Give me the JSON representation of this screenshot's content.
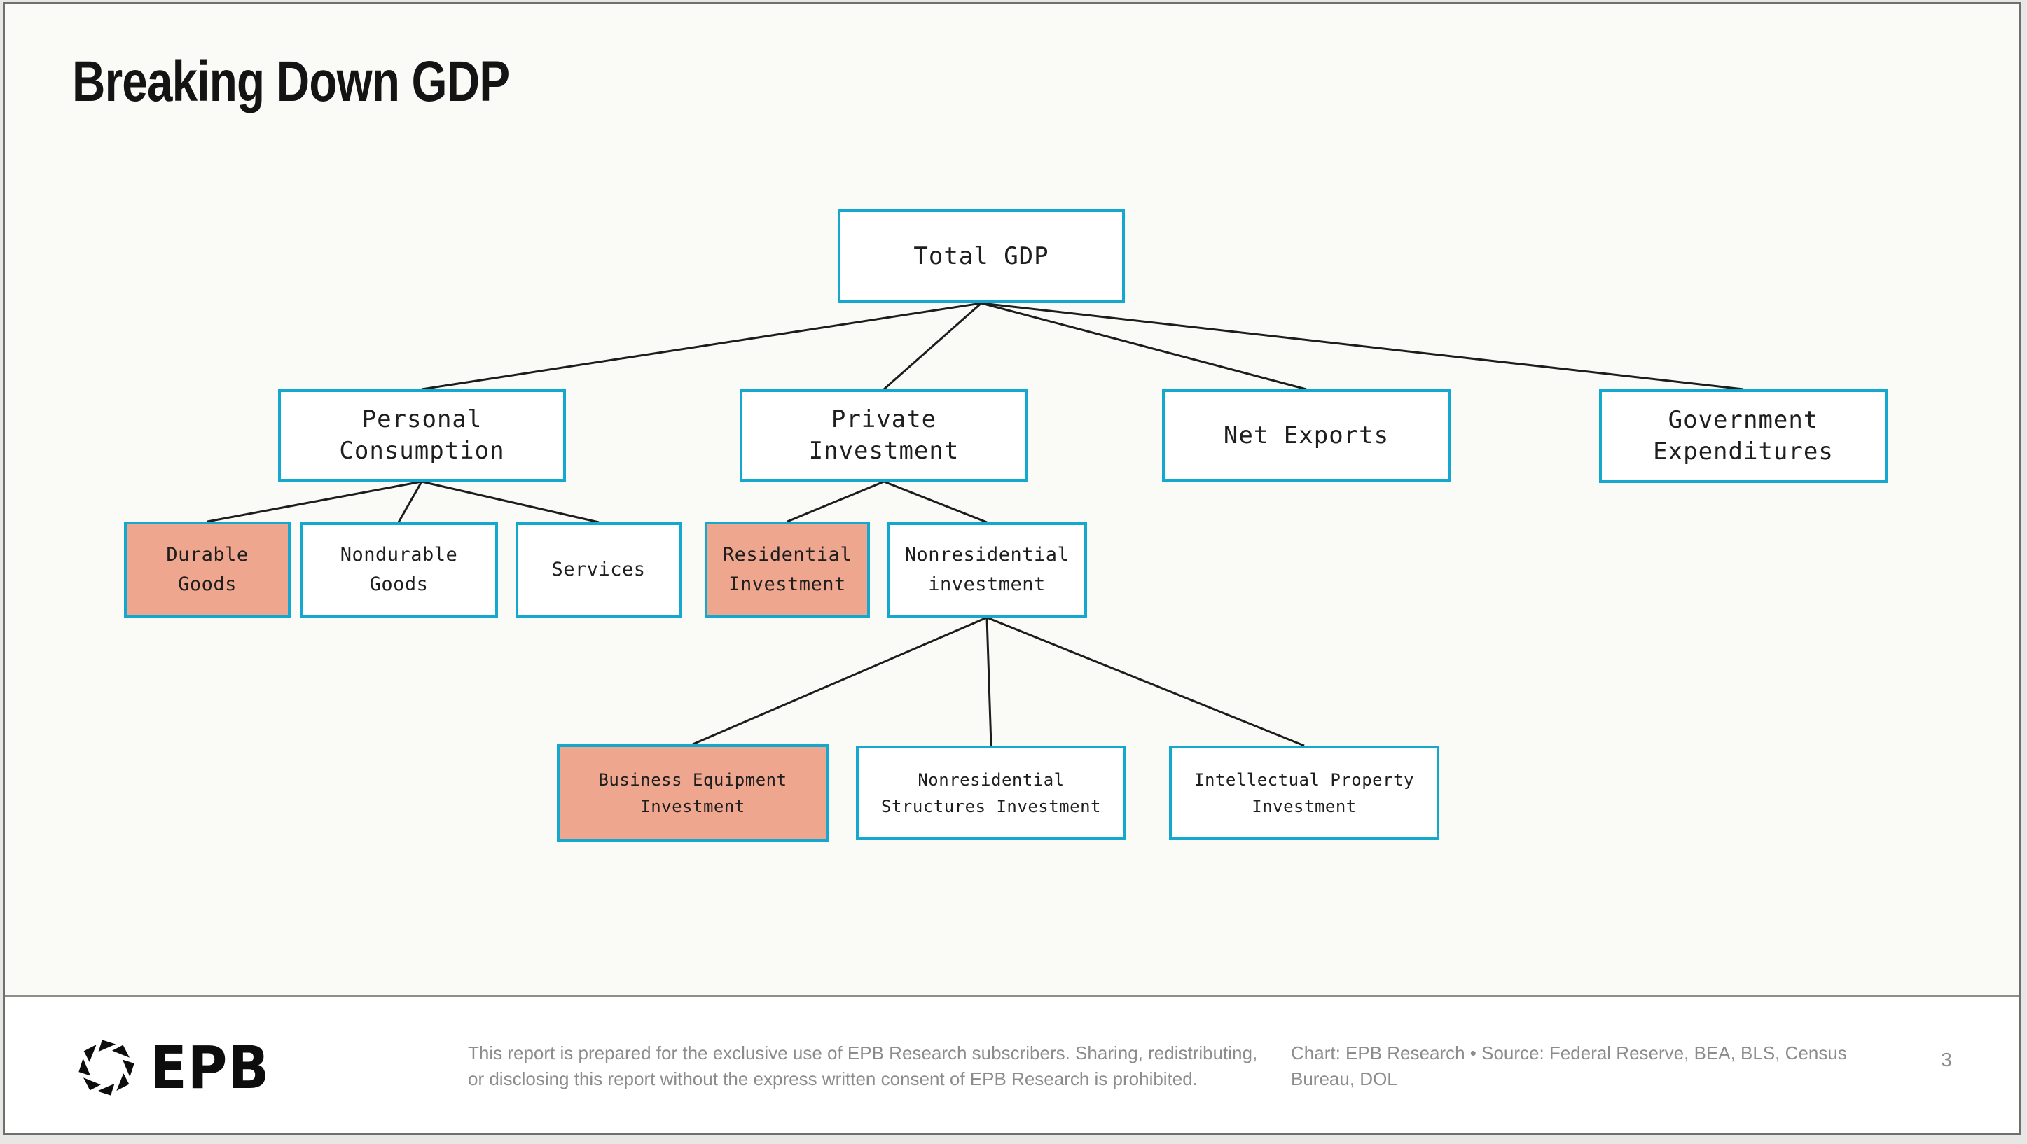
{
  "page": {
    "title": "Breaking Down GDP",
    "page_number": "3"
  },
  "colors": {
    "accent_border": "#14a8ce",
    "highlight_fill": "#efa68f",
    "connector_line": "#1d1d1d",
    "muted_text": "#8c8c8c",
    "slide_background": "#fafaf7",
    "footer_background": "#ffffff"
  },
  "nodes": {
    "total_gdp": {
      "label": "Total GDP",
      "lines": [
        "Total GDP"
      ],
      "highlighted": false
    },
    "personal_consumption": {
      "label": "Personal Consumption",
      "lines": [
        "Personal",
        "Consumption"
      ],
      "highlighted": false
    },
    "private_investment": {
      "label": "Private Investment",
      "lines": [
        "Private",
        "Investment"
      ],
      "highlighted": false
    },
    "net_exports": {
      "label": "Net Exports",
      "lines": [
        "Net Exports"
      ],
      "highlighted": false
    },
    "government_expenditures": {
      "label": "Government Expenditures",
      "lines": [
        "Government",
        "Expenditures"
      ],
      "highlighted": false
    },
    "durable_goods": {
      "label": "Durable Goods",
      "lines": [
        "Durable",
        "Goods"
      ],
      "highlighted": true
    },
    "nondurable_goods": {
      "label": "Nondurable Goods",
      "lines": [
        "Nondurable",
        "Goods"
      ],
      "highlighted": false
    },
    "services": {
      "label": "Services",
      "lines": [
        "Services"
      ],
      "highlighted": false
    },
    "residential_investment": {
      "label": "Residential Investment",
      "lines": [
        "Residential",
        "Investment"
      ],
      "highlighted": true
    },
    "nonresidential_investment": {
      "label": "Nonresidential investment",
      "lines": [
        "Nonresidential",
        "investment"
      ],
      "highlighted": false
    },
    "business_equipment_investment": {
      "label": "Business Equipment Investment",
      "lines": [
        "Business Equipment",
        "Investment"
      ],
      "highlighted": true
    },
    "nonresidential_structures_investment": {
      "label": "Nonresidential Structures Investment",
      "lines": [
        "Nonresidential",
        "Structures Investment"
      ],
      "highlighted": false
    },
    "intellectual_property_investment": {
      "label": "Intellectual Property Investment",
      "lines": [
        "Intellectual Property",
        "Investment"
      ],
      "highlighted": false
    }
  },
  "hierarchy": {
    "total_gdp": [
      "personal_consumption",
      "private_investment",
      "net_exports",
      "government_expenditures"
    ],
    "personal_consumption": [
      "durable_goods",
      "nondurable_goods",
      "services"
    ],
    "private_investment": [
      "residential_investment",
      "nonresidential_investment"
    ],
    "nonresidential_investment": [
      "business_equipment_investment",
      "nonresidential_structures_investment",
      "intellectual_property_investment"
    ]
  },
  "footer": {
    "brand": "EPB",
    "logo_icon": "aperture-icon",
    "disclaimer_lines": [
      "This report is prepared for the exclusive use of EPB Research subscribers. Sharing, redistributing,",
      "or disclosing this report without the express written consent of EPB Research is prohibited."
    ],
    "credit_lines": [
      "Chart: EPB Research  •  Source: Federal Reserve, BEA, BLS, Census",
      "Bureau, DOL"
    ],
    "page_number": "3"
  }
}
